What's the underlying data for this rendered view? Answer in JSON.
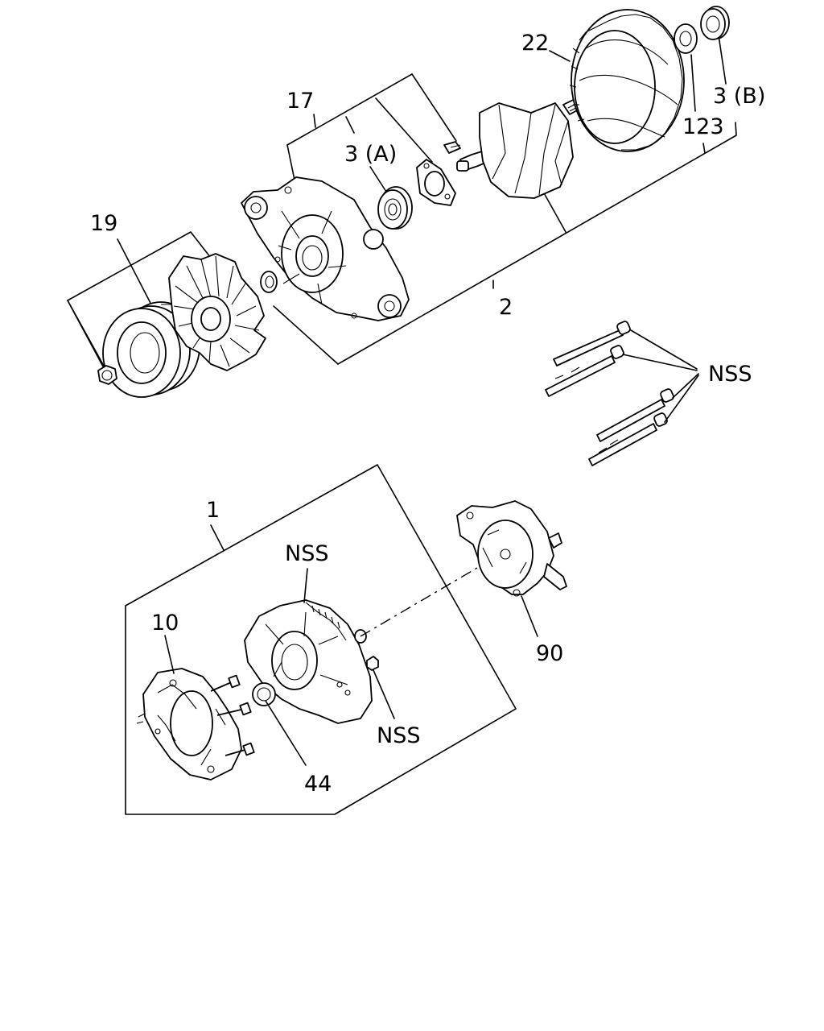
{
  "callouts": {
    "c22": "22",
    "c17": "17",
    "c3a": "3 (A)",
    "c3b": "3 (B)",
    "c123": "123",
    "c19": "19",
    "c2": "2",
    "c1": "1",
    "c10": "10",
    "c44": "44",
    "c90": "90",
    "nss_bolts": "NSS",
    "nss_frame": "NSS",
    "nss_nut": "NSS"
  },
  "icons": [
    "pulley",
    "fan",
    "drive-end-frame",
    "bearing",
    "retainer-plate",
    "rotor",
    "stator",
    "slip-ring-end-frame",
    "rectifier",
    "regulator",
    "through-bolt",
    "nut"
  ]
}
